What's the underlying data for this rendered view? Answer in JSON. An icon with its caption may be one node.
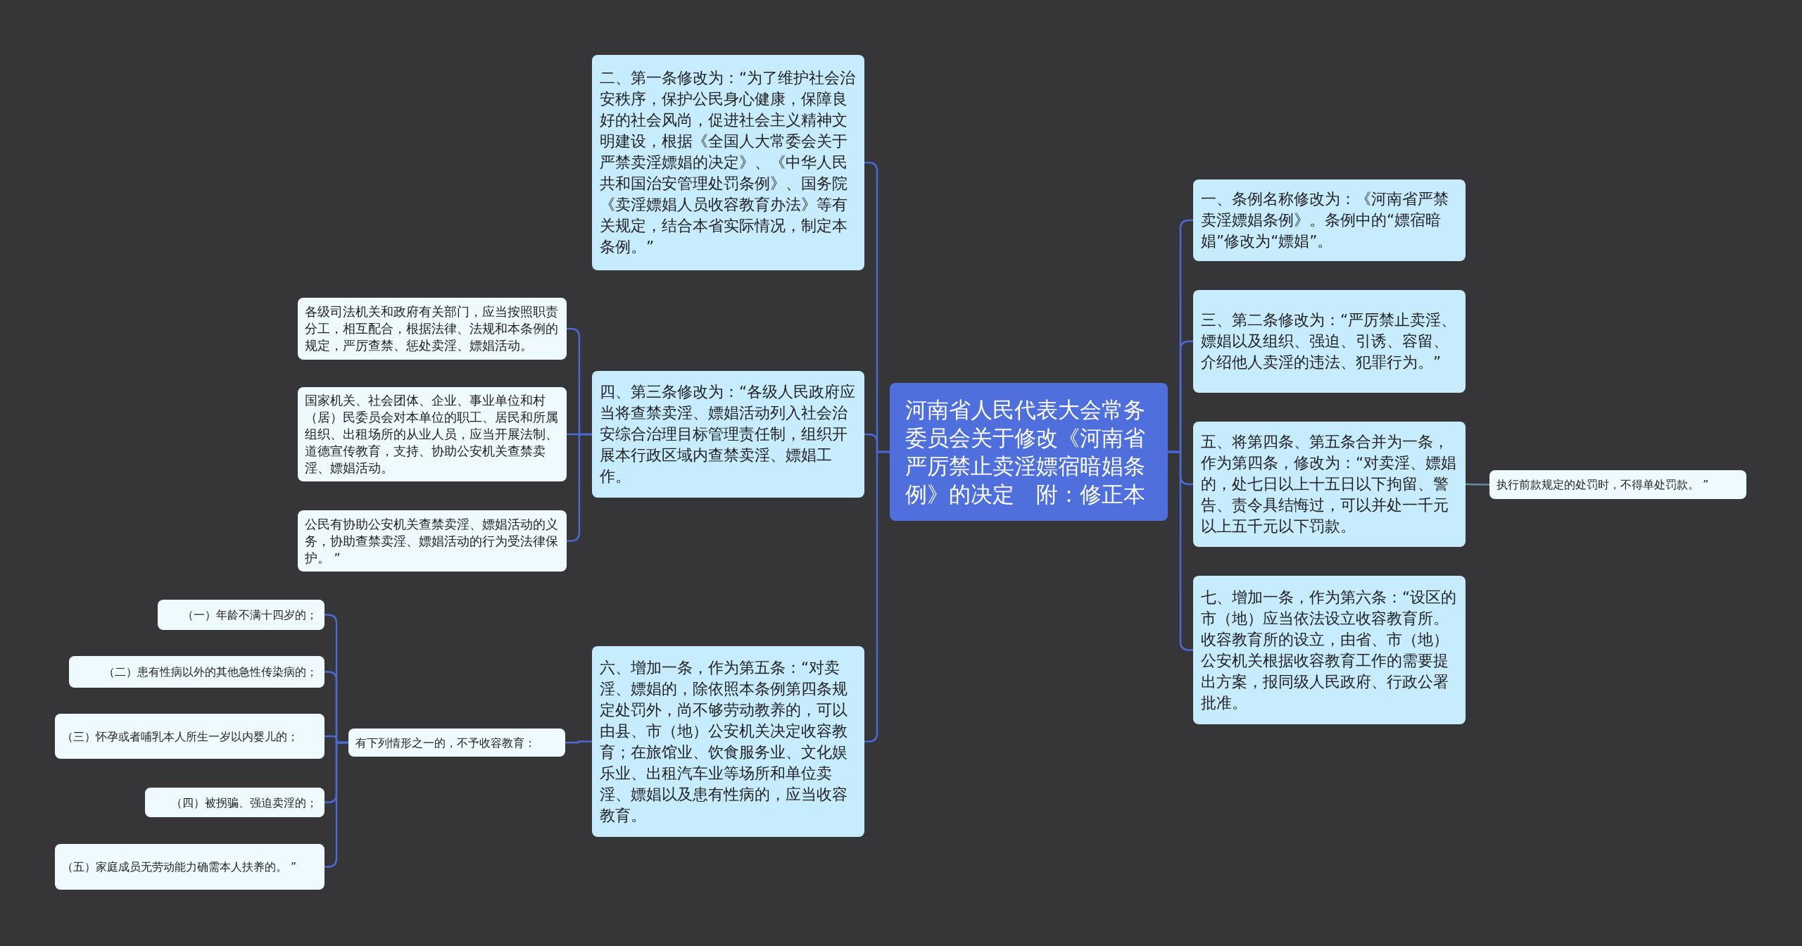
{
  "diagram": {
    "nodes": [
      {
        "text": [
          "河南省人民代表大会常务委员会关于修改《河南省严厉禁止卖淫嫖宿暗娼条例》的决定　附：修正本"
        ]
      },
      {
        "text": [
          "二、第一条修改为：“为了维护社会治安秩序，保护公民身心健康，保障良好的社会风尚，促进社会主义精神文明建设，根据《全国人大常委会关于严禁卖淫嫖娼的决定》、《中华人民共和国治安管理处罚条例》、国务院《卖淫嫖娼人员收容教育办法》等有关规定，结合本省实际情况，制定本条例。”"
        ]
      },
      {
        "text": [
          "四、第三条修改为：“各级人民政府应当将查禁卖淫、嫖娼活动列入社会治安综合治理目标管理责任制，组织开展本行政区域内查禁卖淫、嫖娼工作。"
        ]
      },
      {
        "text": [
          "各级司法机关和政府有关部门，应当按照职责分工，相互配合，根据法律、法规和本条例的规定，严厉查禁、惩处卖淫、嫖娼活动。"
        ]
      },
      {
        "text": [
          "国家机关、社会团体、企业、事业单位和村（居）民委员会对本单位的职工、居民和所属组织、出租场所的从业人员，应当开展法制、道德宣传教育，支持、协助公安机关查禁卖淫、嫖娼活动。"
        ]
      },
      {
        "text": [
          "公民有协助公安机关查禁卖淫、嫖娼活动的义务，协助查禁卖淫、嫖娼活动的行为受法律保护。 ”"
        ]
      },
      {
        "text": [
          "六、增加一条，作为第五条：“对卖淫、嫖娼的，除依照本条例第四条规定处罚外，尚不够劳动教养的，可以由县、市（地）公安机关决定收容教育；在旅馆业、饮食服务业、文化娱乐业、出租汽车业等场所和单位卖淫、嫖娼以及患有性病的，应当收容教育。"
        ]
      },
      {
        "text": [
          "有下列情形之一的，不予收容教育："
        ]
      },
      {
        "text": [
          "（一）年龄不满十四岁的；"
        ]
      },
      {
        "text": [
          "（二）患有性病以外的其他急性传染病的；"
        ]
      },
      {
        "text": [
          "（三）怀孕或者哺乳本人所生一岁以内婴儿的；"
        ]
      },
      {
        "text": [
          "（四）被拐骗、强迫卖淫的；"
        ]
      },
      {
        "text": [
          "（五）家庭成员无劳动能力确需本人扶养的。 ”"
        ]
      },
      {
        "text": [
          "一、条例名称修改为：《河南省严禁卖淫嫖娼条例》。条例中的“嫖宿暗娼”修改为“嫖娼”。"
        ]
      },
      {
        "text": [
          "三、第二条修改为：“严厉禁止卖淫、嫖娼以及组织、强迫、引诱、容留、介绍他人卖淫的违法、犯罪行为。”"
        ]
      },
      {
        "text": [
          "五、将第四条、第五条合并为一条，作为第四条，修改为：“对卖淫、嫖娼的，处七日以上十五日以下拘留、警告、责令具结悔过，可以并处一千元以上五千元以下罚款。"
        ]
      },
      {
        "text": [
          "执行前款规定的处罚时，不得单处罚款。 ”"
        ]
      },
      {
        "text": [
          "七、增加一条，作为第六条：“设区的市（地）应当依法设立收容教育所。收容教育所的设立，由省、市（地）公安机关根据收容教育工作的需要提出方案，报同级人民政府、行政公署批准。"
        ]
      }
    ],
    "edges": [
      {
        "from": 0,
        "to": 1,
        "arrow": "none"
      },
      {
        "from": 0,
        "to": 2,
        "arrow": "none"
      },
      {
        "from": 2,
        "to": 3,
        "arrow": "none"
      },
      {
        "from": 2,
        "to": 4,
        "arrow": "none"
      },
      {
        "from": 2,
        "to": 5,
        "arrow": "none"
      },
      {
        "from": 0,
        "to": 6,
        "arrow": "none"
      },
      {
        "from": 6,
        "to": 7,
        "arrow": "none"
      },
      {
        "from": 7,
        "to": 8,
        "arrow": "none"
      },
      {
        "from": 7,
        "to": 9,
        "arrow": "none"
      },
      {
        "from": 7,
        "to": 10,
        "arrow": "none"
      },
      {
        "from": 7,
        "to": 11,
        "arrow": "none"
      },
      {
        "from": 7,
        "to": 12,
        "arrow": "none"
      },
      {
        "from": 0,
        "to": 13,
        "arrow": "none"
      },
      {
        "from": 0,
        "to": 14,
        "arrow": "none"
      },
      {
        "from": 0,
        "to": 15,
        "arrow": "none"
      },
      {
        "from": 15,
        "to": 16,
        "arrow": "none",
        "color": "#6b8aa3"
      },
      {
        "from": 0,
        "to": 17,
        "arrow": "none"
      }
    ]
  }
}
